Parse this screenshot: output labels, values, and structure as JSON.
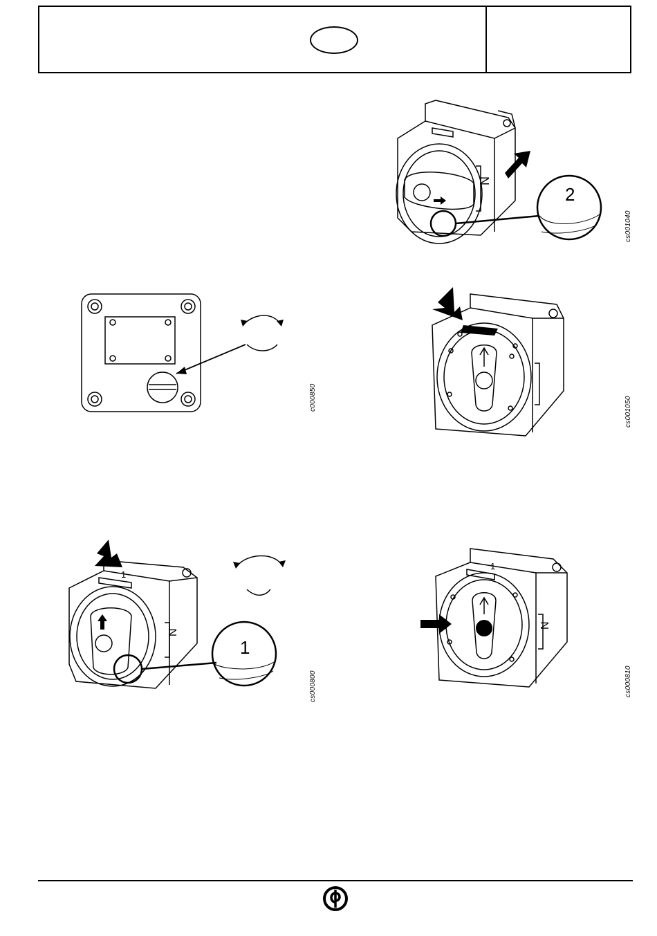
{
  "header": {
    "lang_code": "",
    "page_ref": ""
  },
  "figures": [
    {
      "id": "fig1",
      "code": "cs001040",
      "dial_label": "2",
      "front_label": "N"
    },
    {
      "id": "fig2",
      "code": "c000850"
    },
    {
      "id": "fig3",
      "code": "cs001050"
    },
    {
      "id": "fig4",
      "code": "cs000800",
      "dial_label": "1",
      "top_label": "1",
      "front_label": "N"
    },
    {
      "id": "fig5",
      "code": "cs000810",
      "top_label": "1",
      "front_label": "N"
    }
  ],
  "footer": {
    "logo_icon": "cp-logo-icon"
  }
}
